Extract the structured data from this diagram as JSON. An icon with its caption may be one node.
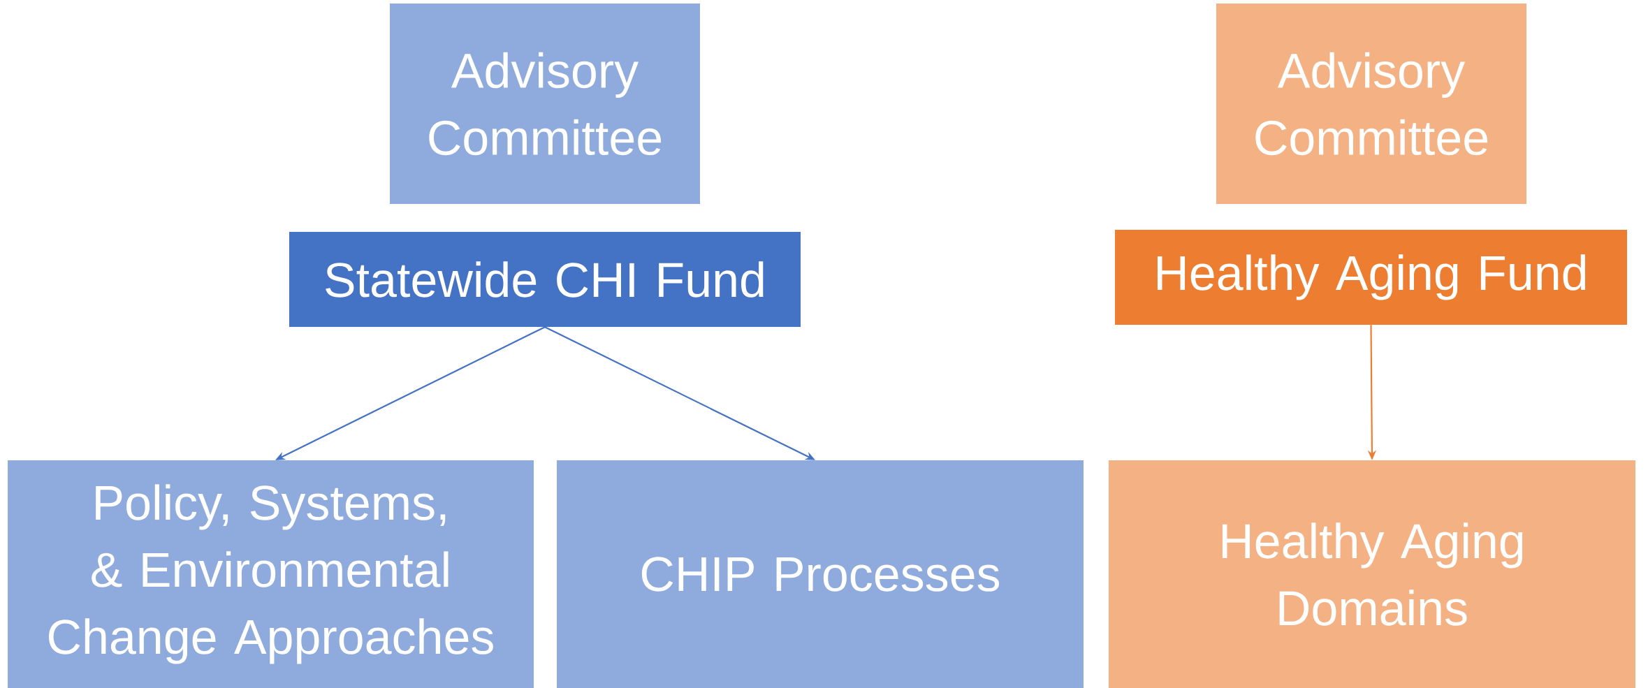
{
  "diagram": {
    "nodes": [
      {
        "text": [
          "Advisory Committee"
        ]
      },
      {
        "text": [
          "Advisory Committee"
        ]
      },
      {
        "text": [
          "Statewide CHI Fund"
        ]
      },
      {
        "text": [
          "Policy, Systems, & Environmental Change Approaches"
        ]
      },
      {
        "text": [
          "CHIP Processes"
        ]
      },
      {
        "text": [
          "Healthy Aging Fund"
        ]
      },
      {
        "text": [
          "Healthy Aging Domains"
        ]
      }
    ],
    "edges": [
      {
        "from": 2,
        "to": 3,
        "arrow": "to"
      },
      {
        "from": 2,
        "to": 4,
        "arrow": "to"
      },
      {
        "from": 5,
        "to": 6,
        "arrow": "to",
        "color": "#ed7d31"
      }
    ]
  }
}
